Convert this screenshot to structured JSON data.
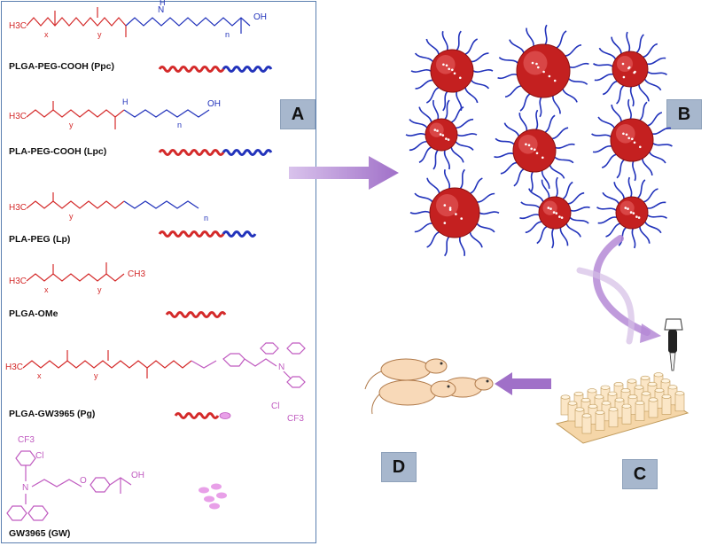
{
  "panel_labels": {
    "a": "A",
    "b": "B",
    "c": "C",
    "d": "D"
  },
  "structures": [
    {
      "name": "PLGA-PEG-COOH (Ppc)",
      "chain": "red-blue"
    },
    {
      "name": "PLA-PEG-COOH (Lpc)",
      "chain": "red-blue"
    },
    {
      "name": "PLA-PEG (Lp)",
      "chain": "red-blue"
    },
    {
      "name": "PLGA-OMe",
      "chain": "red"
    },
    {
      "name": "PLGA-GW3965 (Pg)",
      "chain": "red-drug"
    },
    {
      "name": "GW3965 (GW)",
      "chain": "drug"
    }
  ],
  "chem_text": {
    "h3c": "H3C",
    "o": "O",
    "oh": "OH",
    "n": "N",
    "h": "H",
    "x": "x",
    "y": "y",
    "sub_n": "n",
    "ch3": "CH3",
    "cl": "Cl",
    "cf3": "CF3"
  },
  "colors": {
    "plga": "#d42a2a",
    "peg": "#2233bb",
    "drug": "#c05bc0",
    "panel_border": "#5b7fb0",
    "label_box": "#a7b7cd",
    "arrow": "#a070c8",
    "particle": "#c42020"
  },
  "icons": [
    "nanoparticle-icon",
    "well-plate-icon",
    "pipette-icon",
    "mouse-icon"
  ]
}
